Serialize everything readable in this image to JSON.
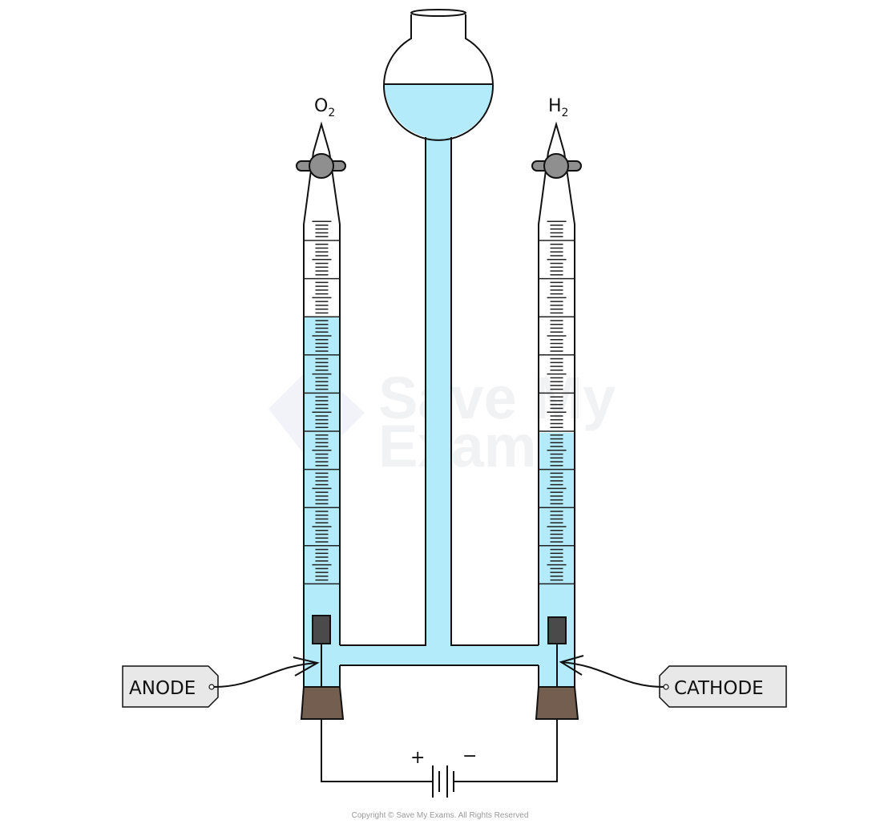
{
  "title": "Hofmann voltameter electrolysis apparatus",
  "gases": {
    "left": {
      "symbol": "O",
      "subscript": "2"
    },
    "right": {
      "symbol": "H",
      "subscript": "2"
    }
  },
  "labels": {
    "anode": "ANODE",
    "cathode": "CATHODE"
  },
  "battery": {
    "plus": "+",
    "minus": "−"
  },
  "watermark": {
    "line1": "Save My",
    "line2": "Exams"
  },
  "copyright": "Copyright © Save My Exams. All Rights Reserved",
  "colors": {
    "liquid": "#b3ebfb",
    "stopcock": "#8f8f8f",
    "electrode": "#4a4a4a",
    "stopper": "#735e50",
    "tag": "#e8e8e8"
  },
  "fill_levels": {
    "left_tube_liquid_fraction": 0.73,
    "right_tube_liquid_fraction": 0.42,
    "reservoir_bulb_fraction": 0.5
  }
}
